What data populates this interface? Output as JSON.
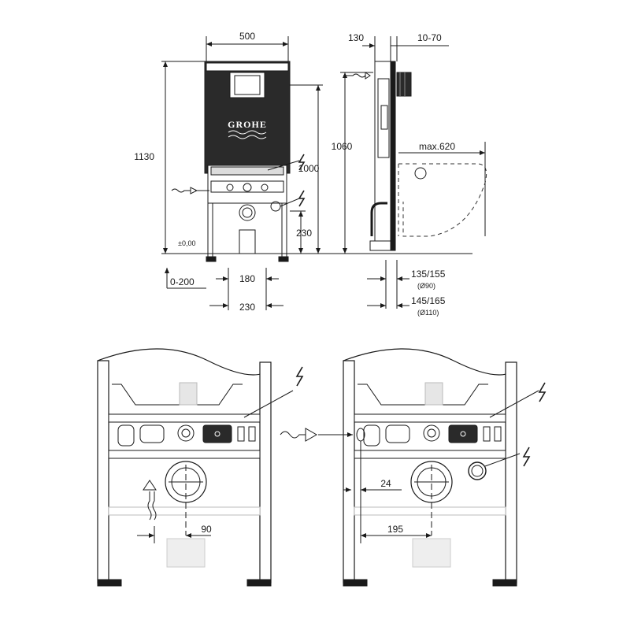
{
  "brand": "GROHE",
  "front_view": {
    "width": "500",
    "height_total": "1130",
    "height_mid": "1000",
    "height_low": "230",
    "floor_level": "±0,00",
    "floor_adjust": "0-200",
    "drain_spacing_a": "180",
    "drain_spacing_b": "230"
  },
  "side_view": {
    "depth": "130",
    "wall_gap": "10-70",
    "height": "1060",
    "max_projection": "max.620",
    "outlet_a": "135/155",
    "outlet_a_note": "(Ø90)",
    "outlet_b": "145/165",
    "outlet_b_note": "(Ø110)"
  },
  "detail_left": {
    "offset": "90"
  },
  "detail_right": {
    "offset_small": "24",
    "offset_large": "195"
  },
  "colors": {
    "line": "#1a1a1a",
    "frame": "#2a2a2a",
    "ghost": "#c8c8c8",
    "background": "#ffffff"
  }
}
